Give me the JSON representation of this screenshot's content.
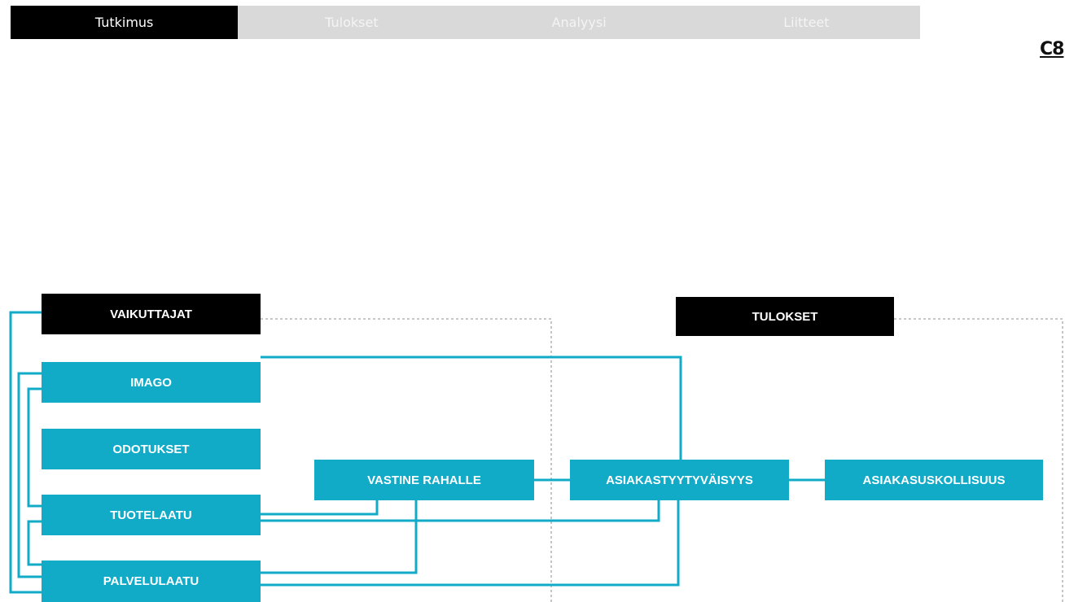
{
  "tabs": [
    {
      "label": "Tutkimus",
      "active": true
    },
    {
      "label": "Tulokset",
      "active": false
    },
    {
      "label": "Analyysi",
      "active": false
    },
    {
      "label": "Liitteet",
      "active": false
    }
  ],
  "logo": {
    "text": "C8"
  },
  "diagram": {
    "drivers_heading": "VAIKUTTAJAT",
    "results_heading": "TULOKSET",
    "factors": {
      "imago": "IMAGO",
      "odotukset": "ODOTUKSET",
      "tuotelaatu": "TUOTELAATU",
      "palvelulaatu": "PALVELULAATU"
    },
    "value_for_money": "VASTINE RAHALLE",
    "satisfaction": "ASIAKASTYYTYVÄISYYS",
    "loyalty": "ASIAKASUSKOLLISUUS"
  },
  "colors": {
    "accent": "#11abc8",
    "heading_bg": "#000000",
    "tab_bar": "#d9d9d9",
    "dashed": "#a6a6a6"
  }
}
